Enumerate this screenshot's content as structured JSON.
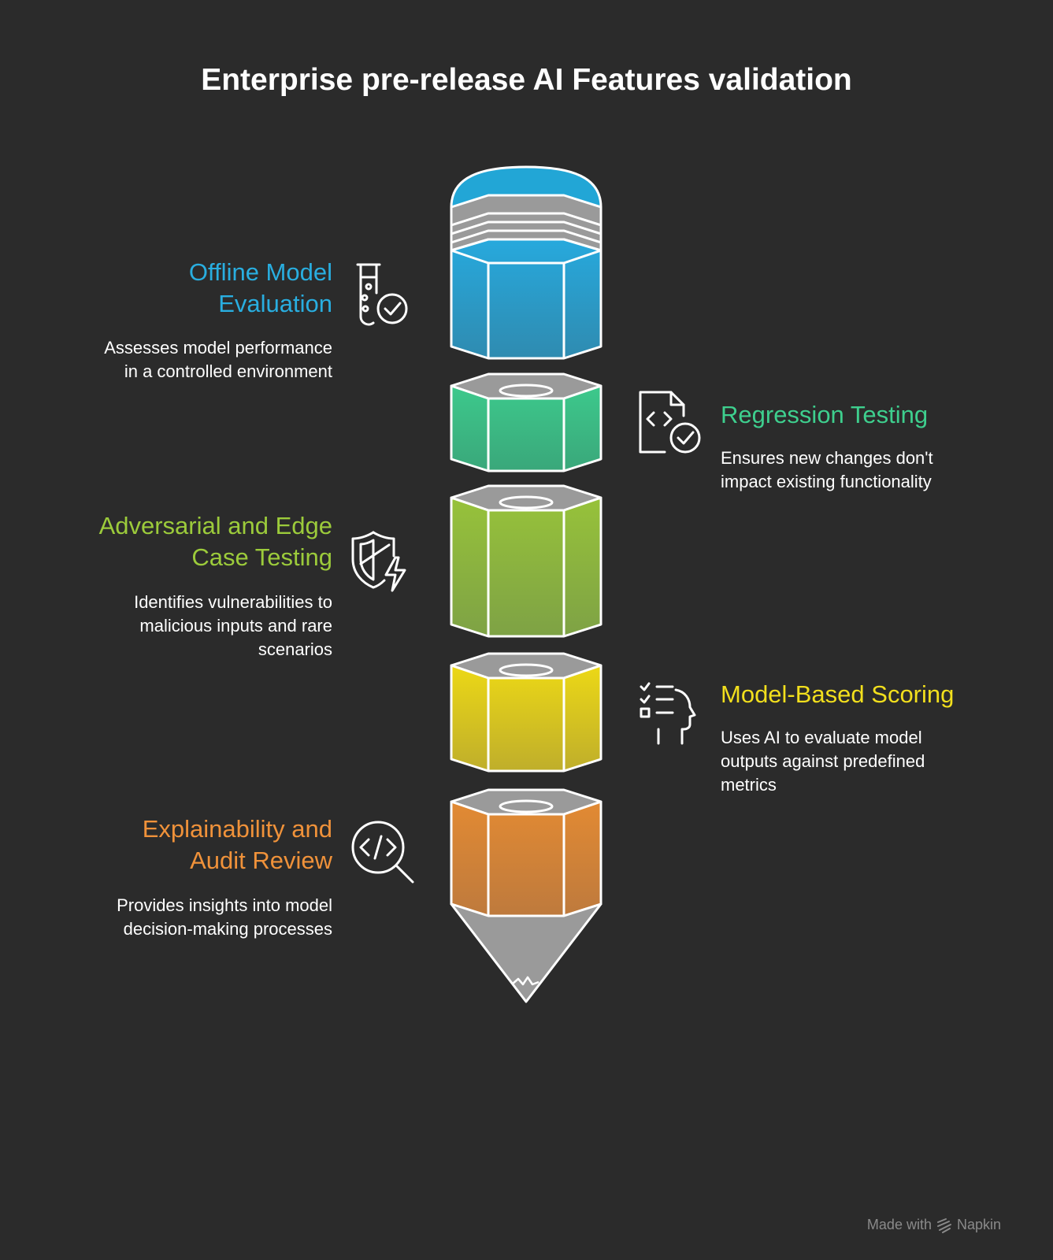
{
  "title": "Enterprise pre-release AI Features validation",
  "colors": {
    "background": "#2b2b2b",
    "blue": "#29aee0",
    "green": "#3ecf8e",
    "lime": "#9ccb3b",
    "yellow": "#f2df1d",
    "orange": "#f0923a",
    "cap_gray": "#9a9a9a"
  },
  "steps": [
    {
      "heading": "Offline Model Evaluation",
      "heading_line1": "Offline Model",
      "heading_line2": "Evaluation",
      "description_line1": "Assesses model performance",
      "description_line2": "in a controlled environment",
      "icon": "test-tube-check-icon",
      "color": "#29aee0",
      "side": "left"
    },
    {
      "heading": "Regression Testing",
      "description_line1": "Ensures new changes don't",
      "description_line2": "impact existing functionality",
      "icon": "code-file-check-icon",
      "color": "#3ecf8e",
      "side": "right"
    },
    {
      "heading": "Adversarial and Edge Case Testing",
      "heading_line1": "Adversarial and Edge",
      "heading_line2": "Case Testing",
      "description_line1": "Identifies vulnerabilities to",
      "description_line2": "malicious inputs and rare",
      "description_line3": "scenarios",
      "icon": "shield-lightning-icon",
      "color": "#9ccb3b",
      "side": "left"
    },
    {
      "heading": "Model-Based Scoring",
      "description_line1": "Uses AI to evaluate model",
      "description_line2": "outputs against predefined",
      "description_line3": "metrics",
      "icon": "checklist-head-icon",
      "color": "#f2df1d",
      "side": "right"
    },
    {
      "heading": "Explainability and Audit Review",
      "heading_line1": "Explainability and",
      "heading_line2": "Audit Review",
      "description_line1": "Provides insights into model",
      "description_line2": "decision-making processes",
      "icon": "code-magnifier-icon",
      "color": "#f0923a",
      "side": "left"
    }
  ],
  "footer": {
    "made_with": "Made with",
    "brand": "Napkin",
    "brand_icon": "napkin-logo-icon"
  }
}
